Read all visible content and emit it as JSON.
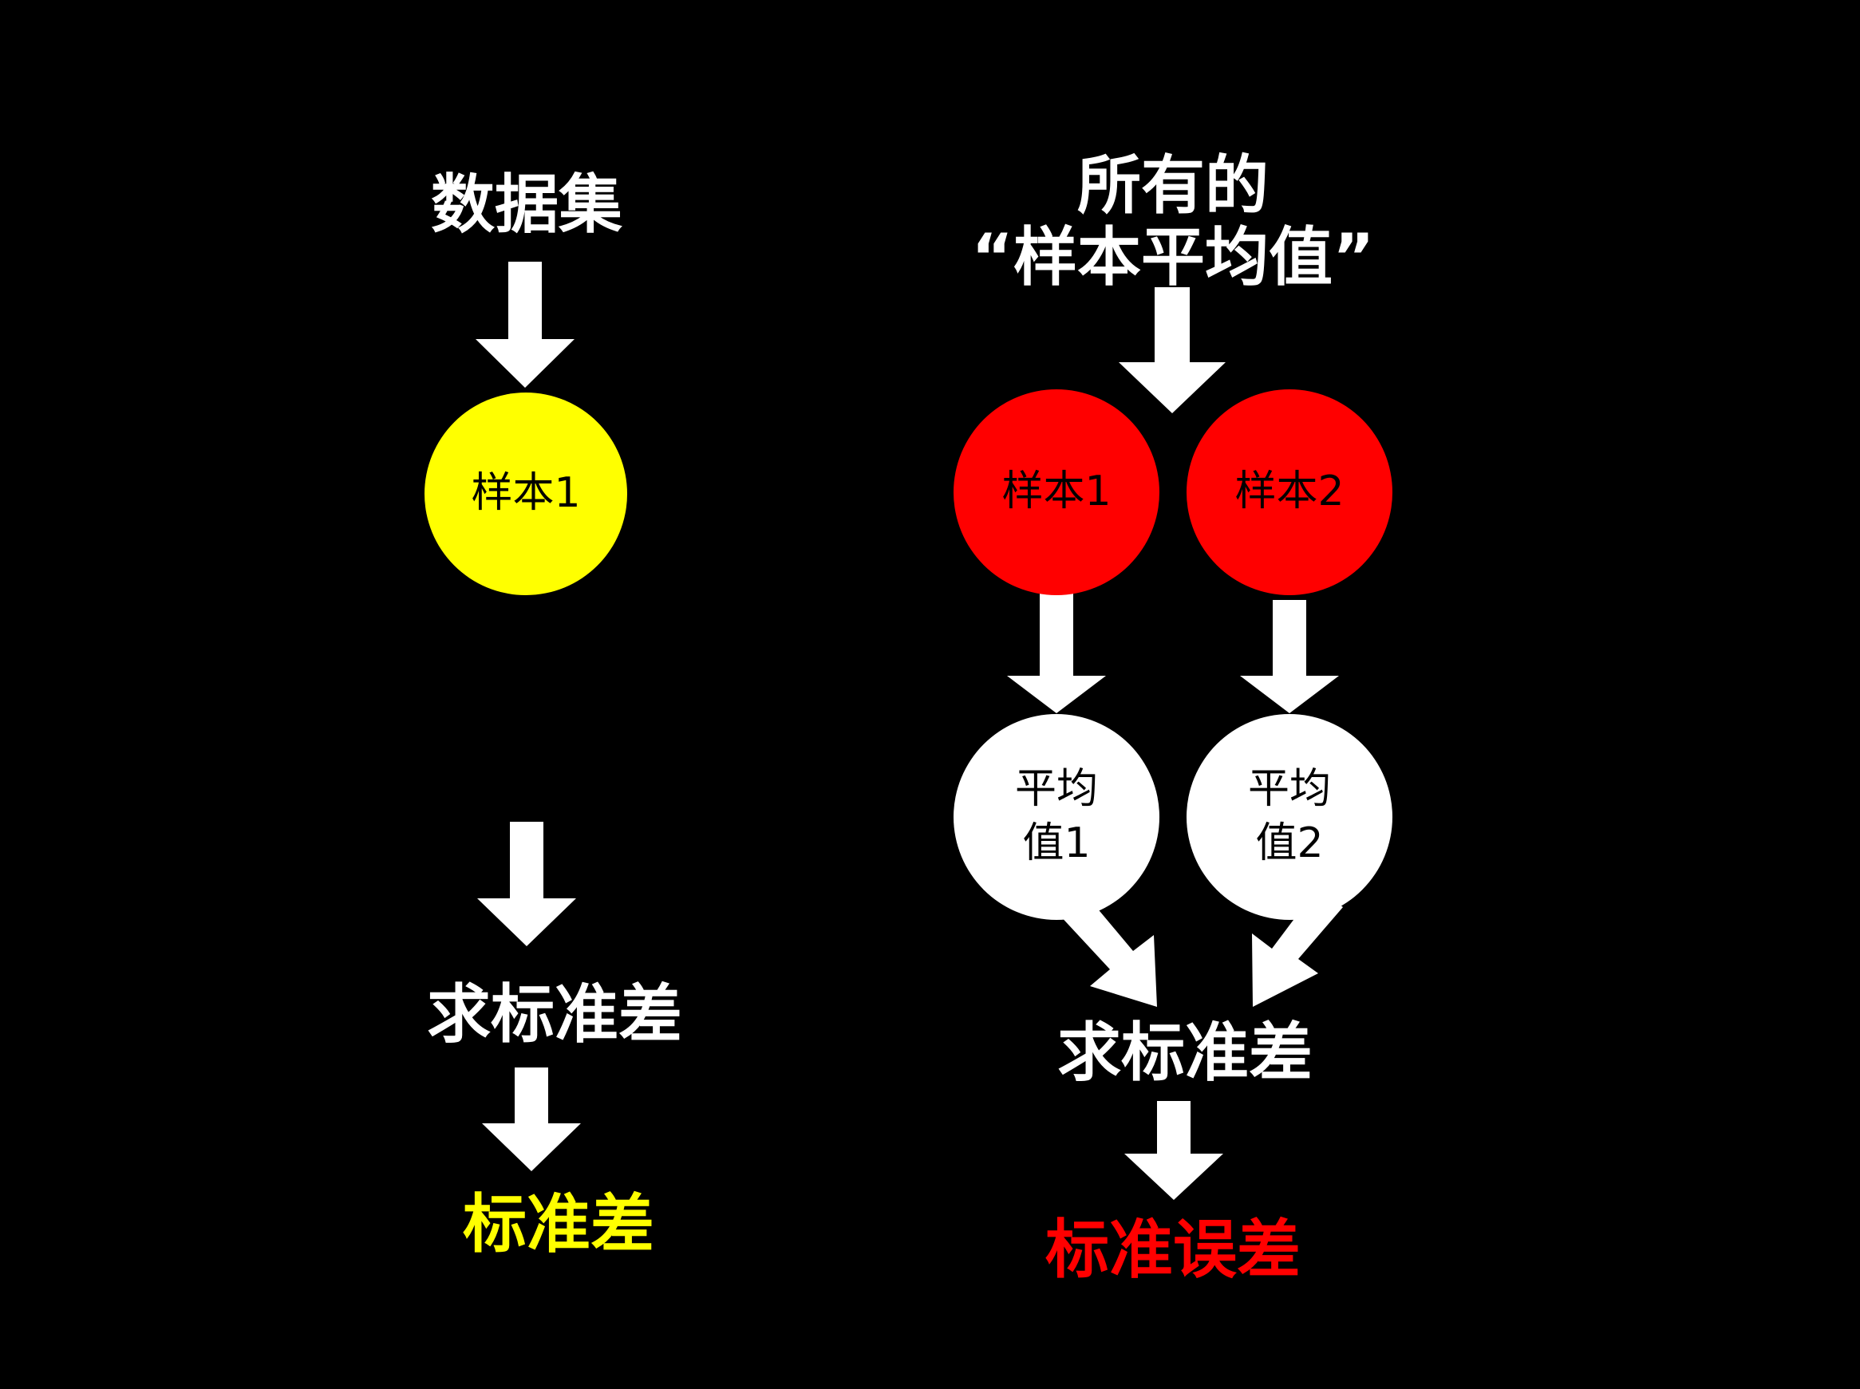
{
  "colors": {
    "background": "#000000",
    "text": "#FFFFFF",
    "arrow": "#FFFFFF",
    "sample_left": "#FFFF00",
    "sample_right": "#FF0000",
    "mean_node": "#FFFFFF",
    "result_left": "#FFFF00",
    "result_right": "#FF0000"
  },
  "left": {
    "title": "数据集",
    "sample_node": "样本1",
    "operation": "求标准差",
    "result": "标准差"
  },
  "right": {
    "title_line1": "所有的",
    "title_line2": "“样本平均值”",
    "sample_node_1": "样本1",
    "sample_node_2": "样本2",
    "mean_node_1": "平均\n值1",
    "mean_node_2": "平均\n值2",
    "operation": "求标准差",
    "result": "标准误差"
  }
}
